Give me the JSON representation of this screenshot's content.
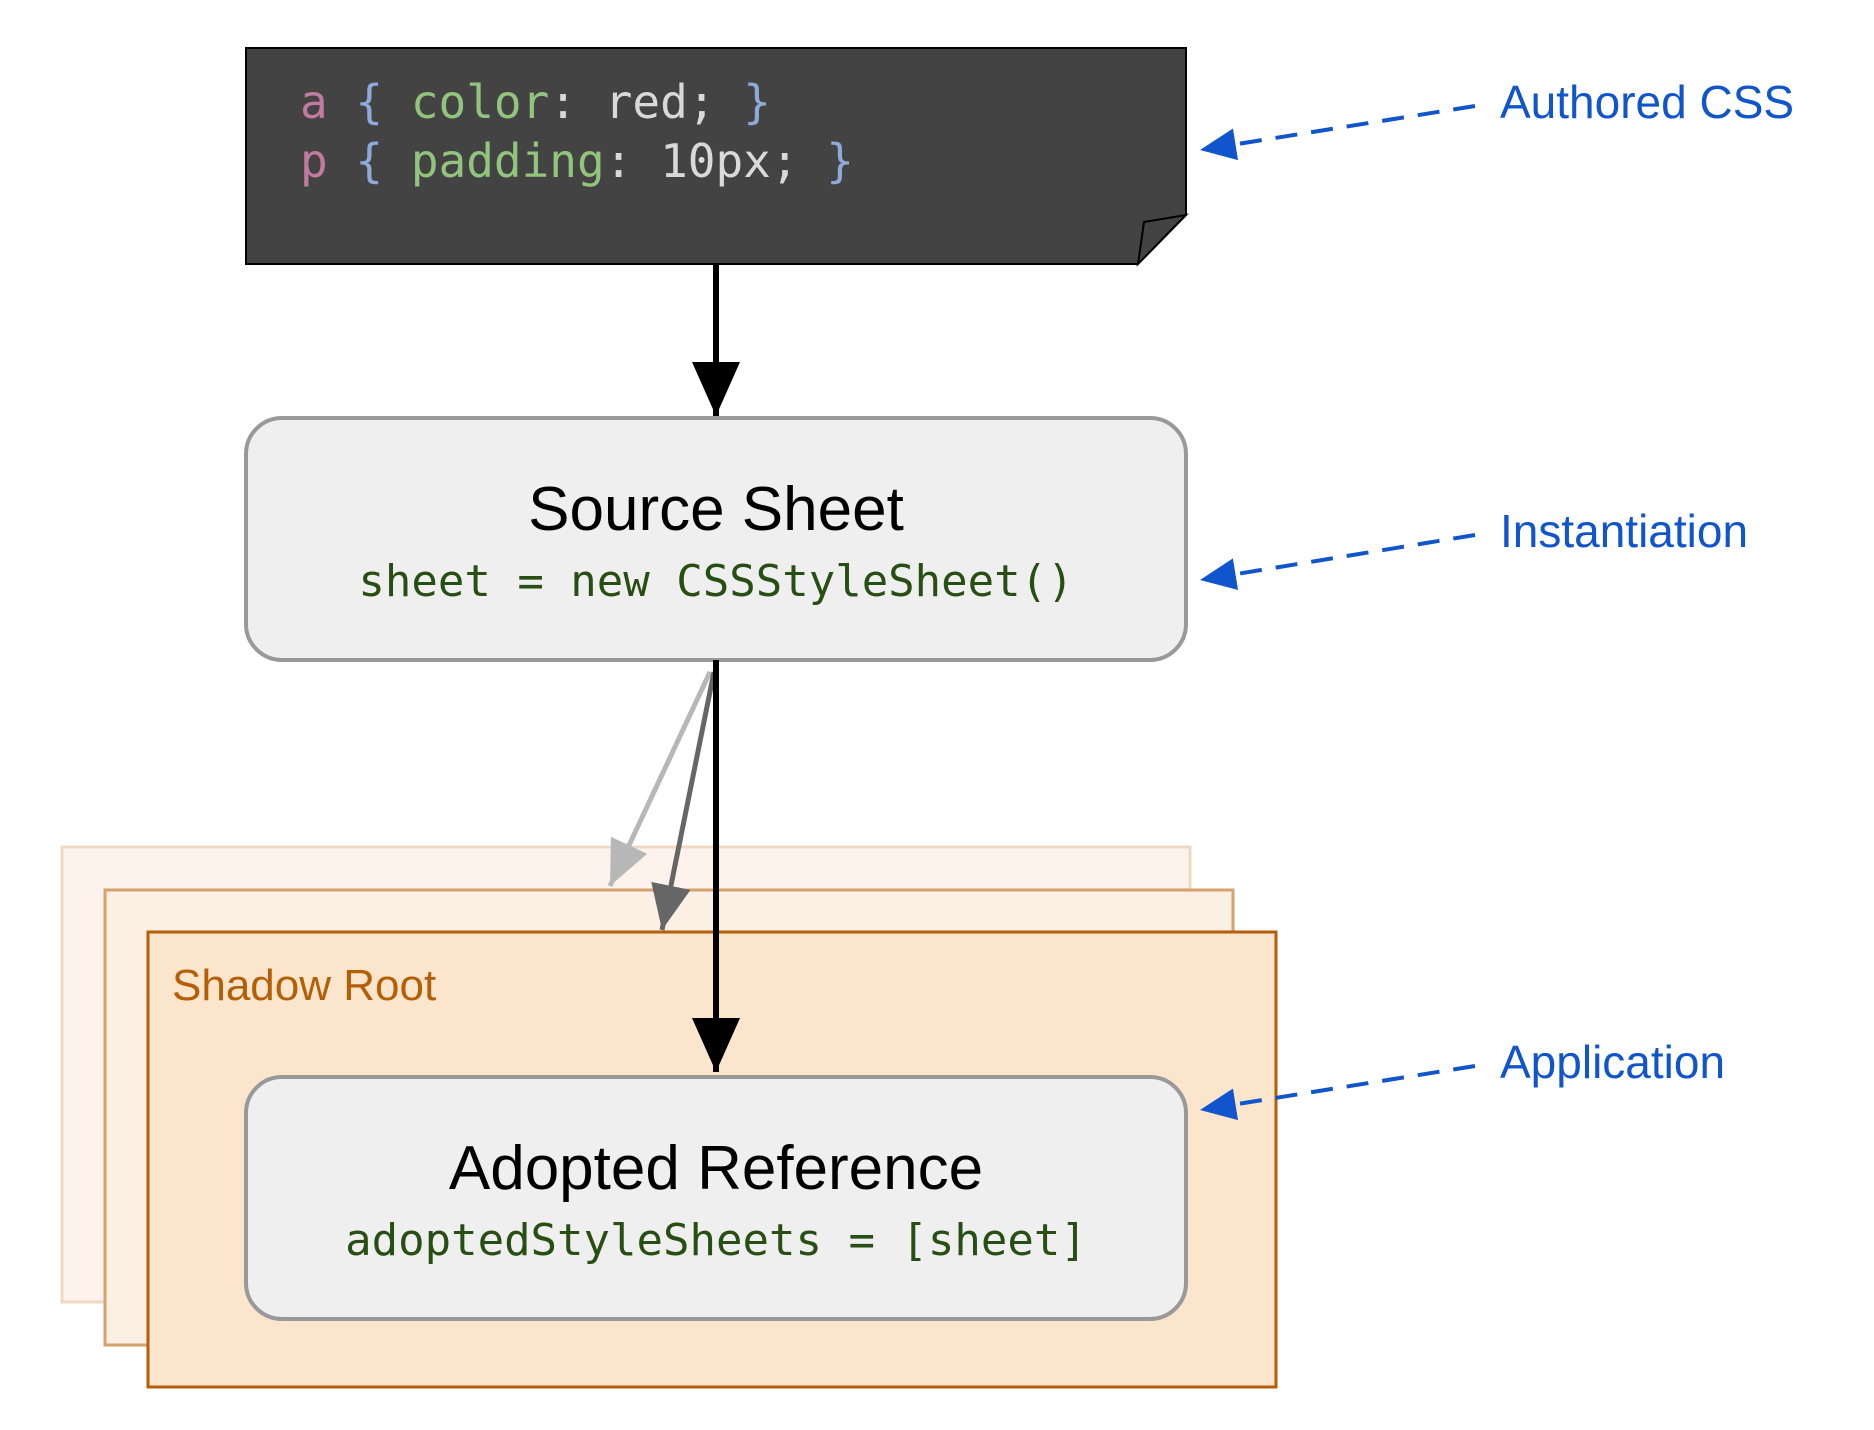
{
  "css_code": {
    "line1": {
      "selector": "a",
      "open": "{",
      "property": "color",
      "colon": ":",
      "value": "red;",
      "close": "}"
    },
    "line2": {
      "selector": "p",
      "open": "{",
      "property": "padding",
      "colon": ":",
      "value": "10px;",
      "close": "}"
    }
  },
  "source_sheet": {
    "title": "Source Sheet",
    "code": "sheet = new CSSStyleSheet()"
  },
  "shadow_root": {
    "label": "Shadow Root"
  },
  "adopted_reference": {
    "title": "Adopted Reference",
    "code": "adoptedStyleSheets = [sheet]"
  },
  "annotations": {
    "authored": "Authored CSS",
    "instantiation": "Instantiation",
    "application": "Application"
  },
  "colors": {
    "code_bg": "#434343",
    "code_selector": "#c27ba0",
    "code_brace": "#8fa9d8",
    "code_property": "#93c47d",
    "code_plain": "#d9d9d9",
    "box_fill": "#efefef",
    "box_stroke": "#999999",
    "box_code": "#274e13",
    "shadow_back_fill": "#fdf3ec",
    "shadow_back_stroke": "#f0d8c2",
    "shadow_mid_fill": "#fcefe4",
    "shadow_mid_stroke": "#d5a26c",
    "shadow_front_fill": "#fce5cd",
    "shadow_front_stroke": "#b45f06",
    "shadow_label": "#b45f06",
    "annotation": "#1155cc",
    "arrow_main": "#000000",
    "arrow_light": "#b7b7b7",
    "arrow_mid": "#666666"
  }
}
